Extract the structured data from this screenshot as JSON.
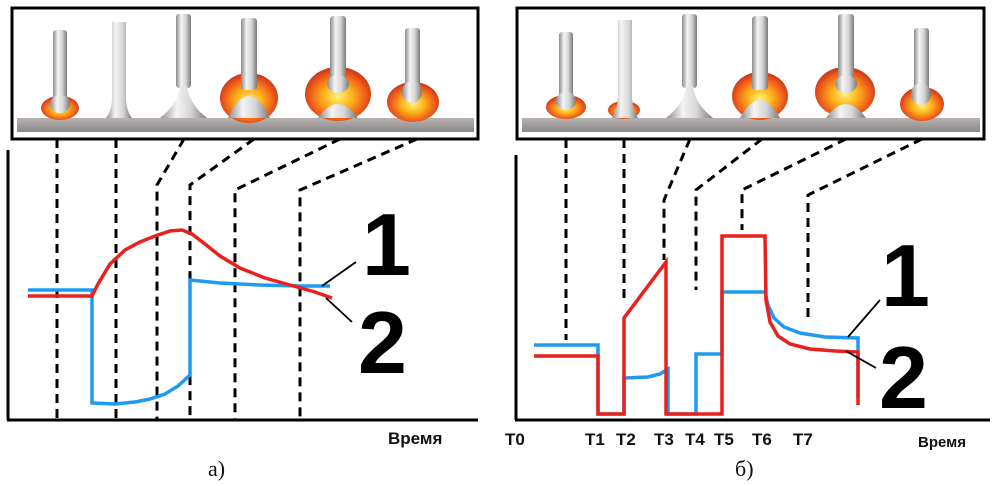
{
  "panels": [
    {
      "caption": "а)",
      "x_axis_label": "Время",
      "series_labels": [
        "1",
        "2"
      ],
      "colors": {
        "series1": "#e8211d",
        "series2": "#1e9bf0"
      }
    },
    {
      "caption": "б)",
      "x_axis_label": "Время",
      "series_labels": [
        "1",
        "2"
      ],
      "ticks": [
        "T0",
        "T1",
        "T2",
        "T3",
        "T4",
        "T5",
        "T6",
        "T7"
      ],
      "colors": {
        "series1": "#e8211d",
        "series2": "#1e9bf0"
      }
    }
  ]
}
